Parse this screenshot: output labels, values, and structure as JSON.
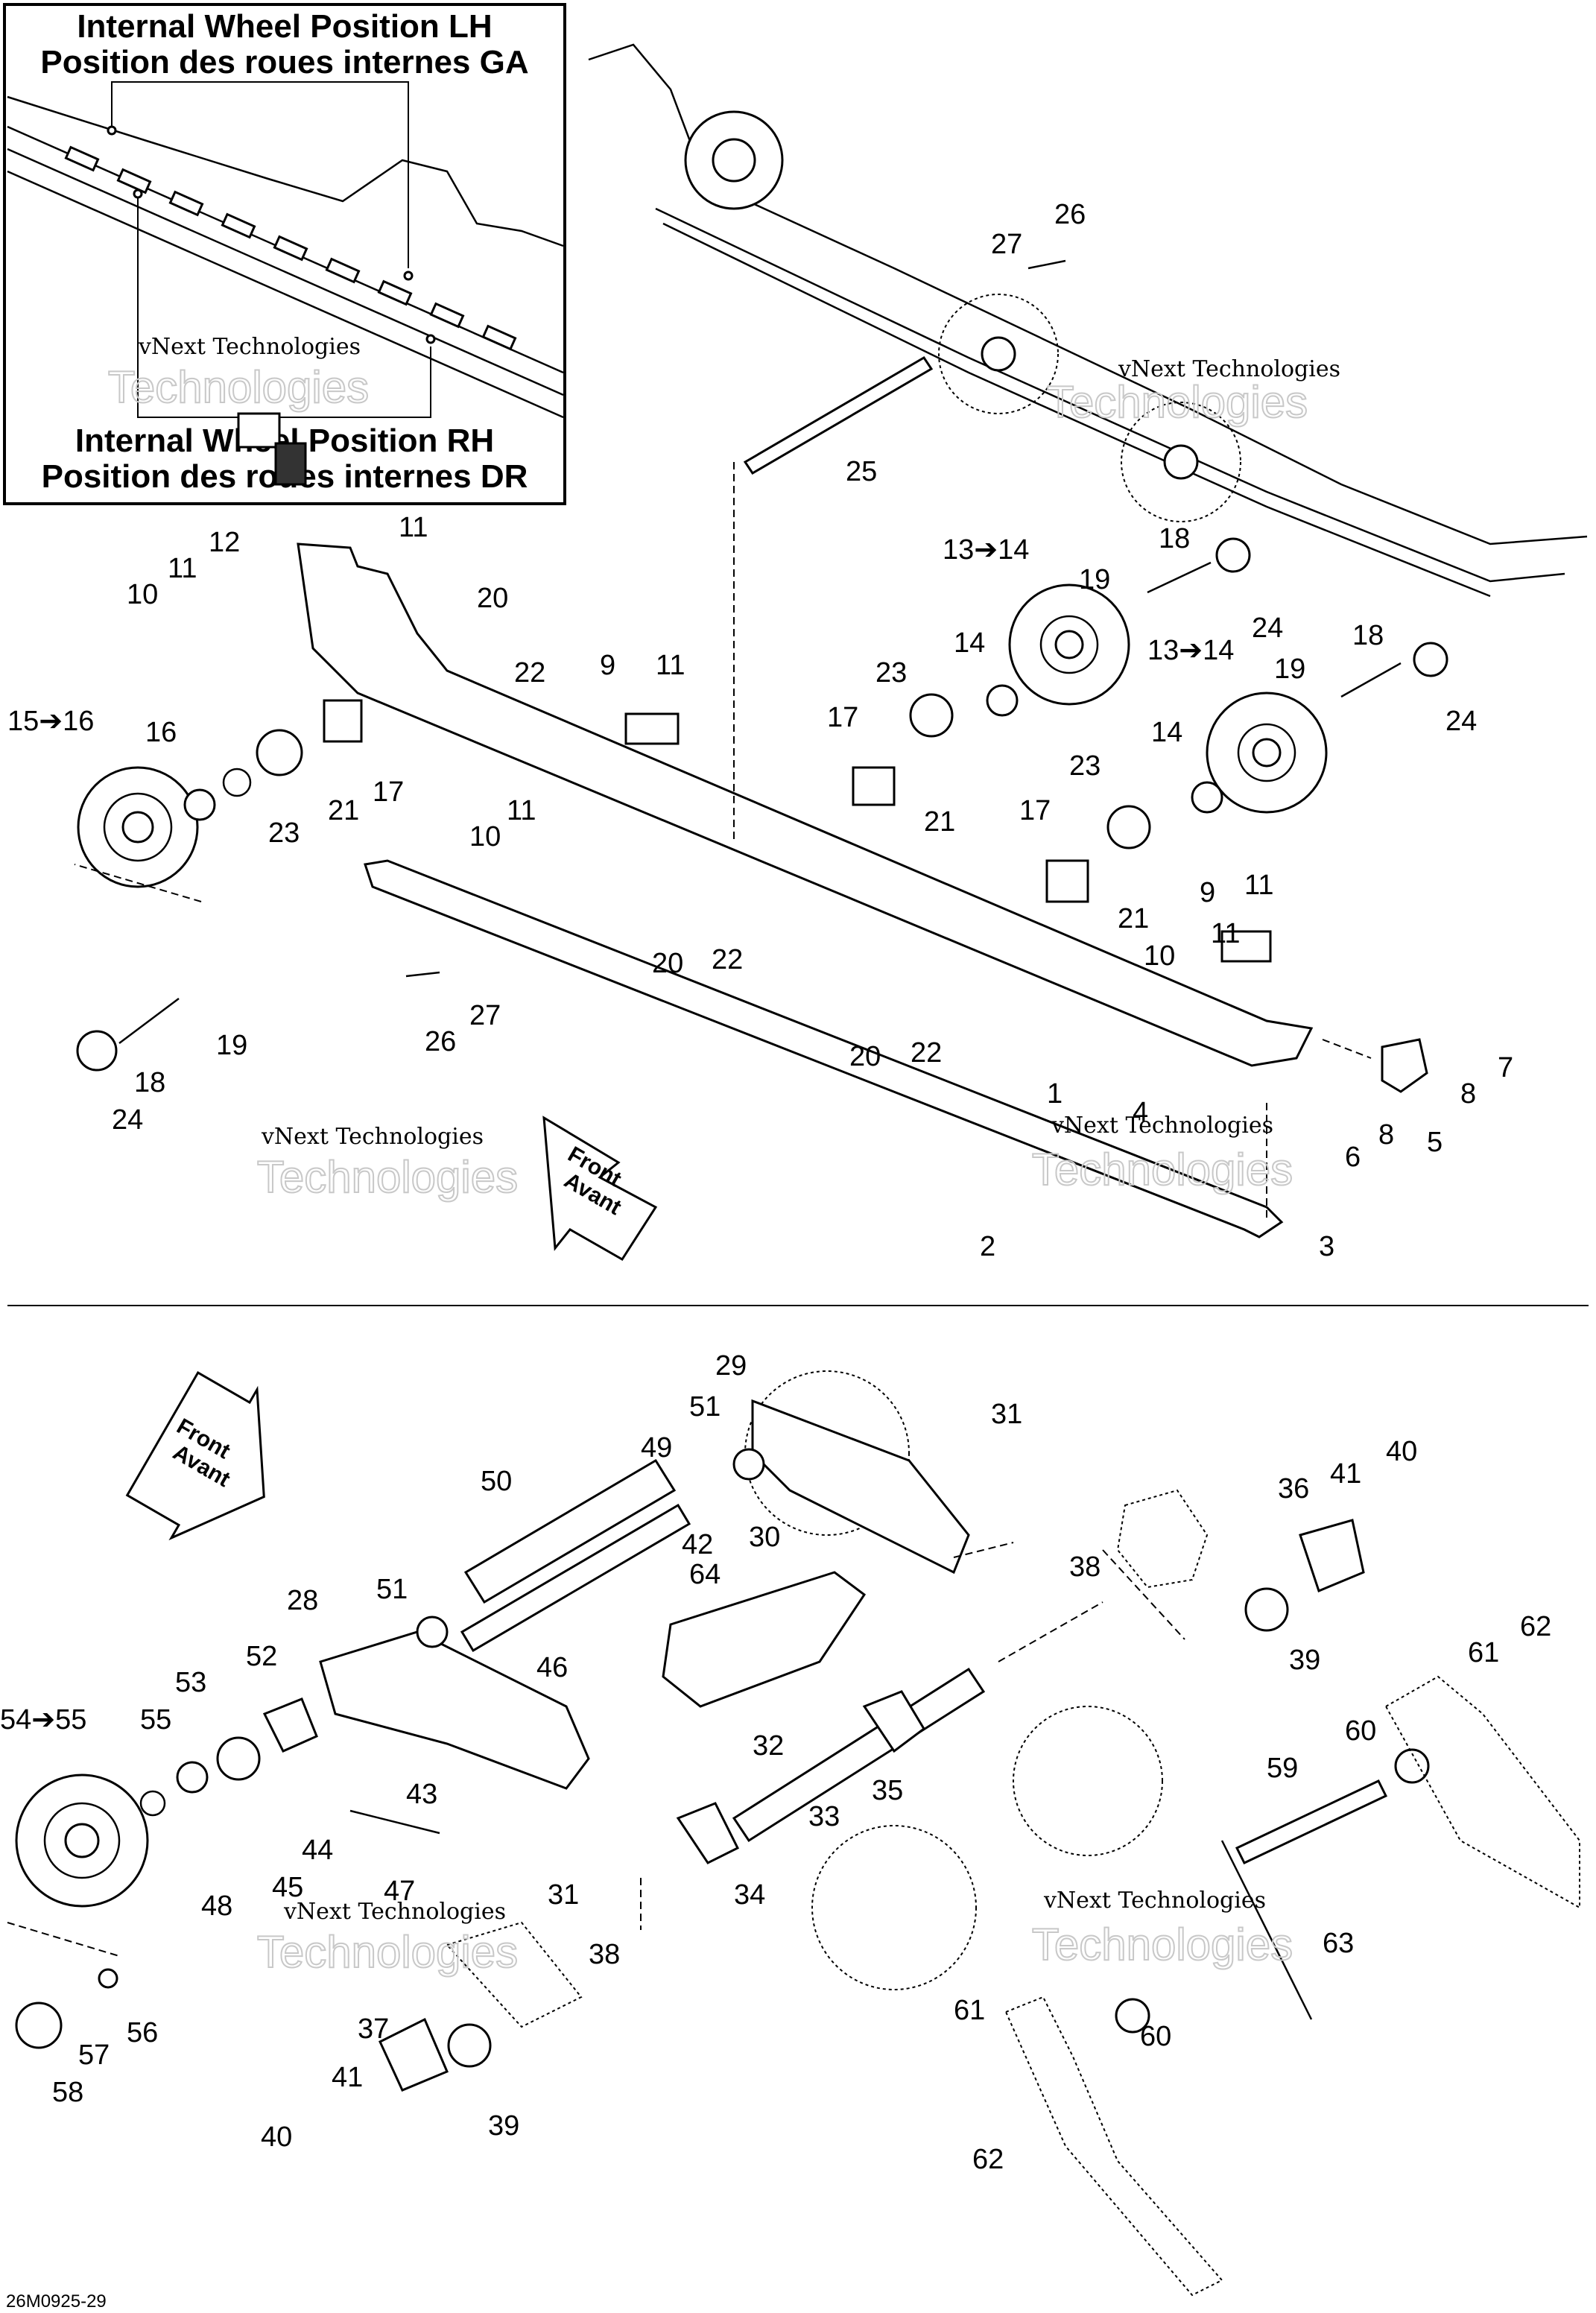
{
  "diagram_id": "26M0925-29",
  "inset": {
    "title_lh_en": "Internal Wheel Position LH",
    "title_lh_fr": "Position des roues internes GA",
    "title_rh_en": "Internal Wheel Position RH",
    "title_rh_fr": "Position des roues internes DR"
  },
  "front_label": {
    "en": "Front",
    "fr": "Avant"
  },
  "watermark": {
    "small": "vNext Technologies",
    "big": "Technologies",
    "big2": "vNext"
  },
  "callouts": {
    "c1": "1",
    "c2": "2",
    "c3": "3",
    "c4": "4",
    "c5": "5",
    "c6": "6",
    "c7": "7",
    "c8a": "8",
    "c8b": "8",
    "c9a": "9",
    "c9b": "9",
    "c10a": "10",
    "c10b": "10",
    "c10c": "10",
    "c11a": "11",
    "c11b": "11",
    "c11c": "11",
    "c11d": "11",
    "c11e": "11",
    "c11f": "11",
    "c12": "12",
    "c13a": "13➔14",
    "c13b": "13➔14",
    "c14a": "14",
    "c14b": "14",
    "c15": "15➔16",
    "c16": "16",
    "c17a": "17",
    "c17b": "17",
    "c17c": "17",
    "c18a": "18",
    "c18b": "18",
    "c18c": "18",
    "c19a": "19",
    "c19b": "19",
    "c19c": "19",
    "c20a": "20",
    "c20b": "20",
    "c20c": "20",
    "c21a": "21",
    "c21b": "21",
    "c21c": "21",
    "c22a": "22",
    "c22b": "22",
    "c22c": "22",
    "c23a": "23",
    "c23b": "23",
    "c23c": "23",
    "c24a": "24",
    "c24b": "24",
    "c24c": "24",
    "c25": "25",
    "c26a": "26",
    "c26b": "26",
    "c27a": "27",
    "c27b": "27",
    "c28": "28",
    "c29": "29",
    "c30": "30",
    "c31a": "31",
    "c31b": "31",
    "c32": "32",
    "c33": "33",
    "c34": "34",
    "c35": "35",
    "c36": "36",
    "c37": "37",
    "c38a": "38",
    "c38b": "38",
    "c39a": "39",
    "c39b": "39",
    "c40a": "40",
    "c40b": "40",
    "c41a": "41",
    "c41b": "41",
    "c42": "42",
    "c43": "43",
    "c44": "44",
    "c45": "45",
    "c46": "46",
    "c47": "47",
    "c48": "48",
    "c49": "49",
    "c50": "50",
    "c51a": "51",
    "c51b": "51",
    "c52": "52",
    "c53": "53",
    "c54": "54➔55",
    "c55": "55",
    "c56": "56",
    "c57": "57",
    "c58": "58",
    "c59": "59",
    "c60a": "60",
    "c60b": "60",
    "c61a": "61",
    "c61b": "61",
    "c62a": "62",
    "c62b": "62",
    "c63": "63",
    "c64": "64"
  }
}
